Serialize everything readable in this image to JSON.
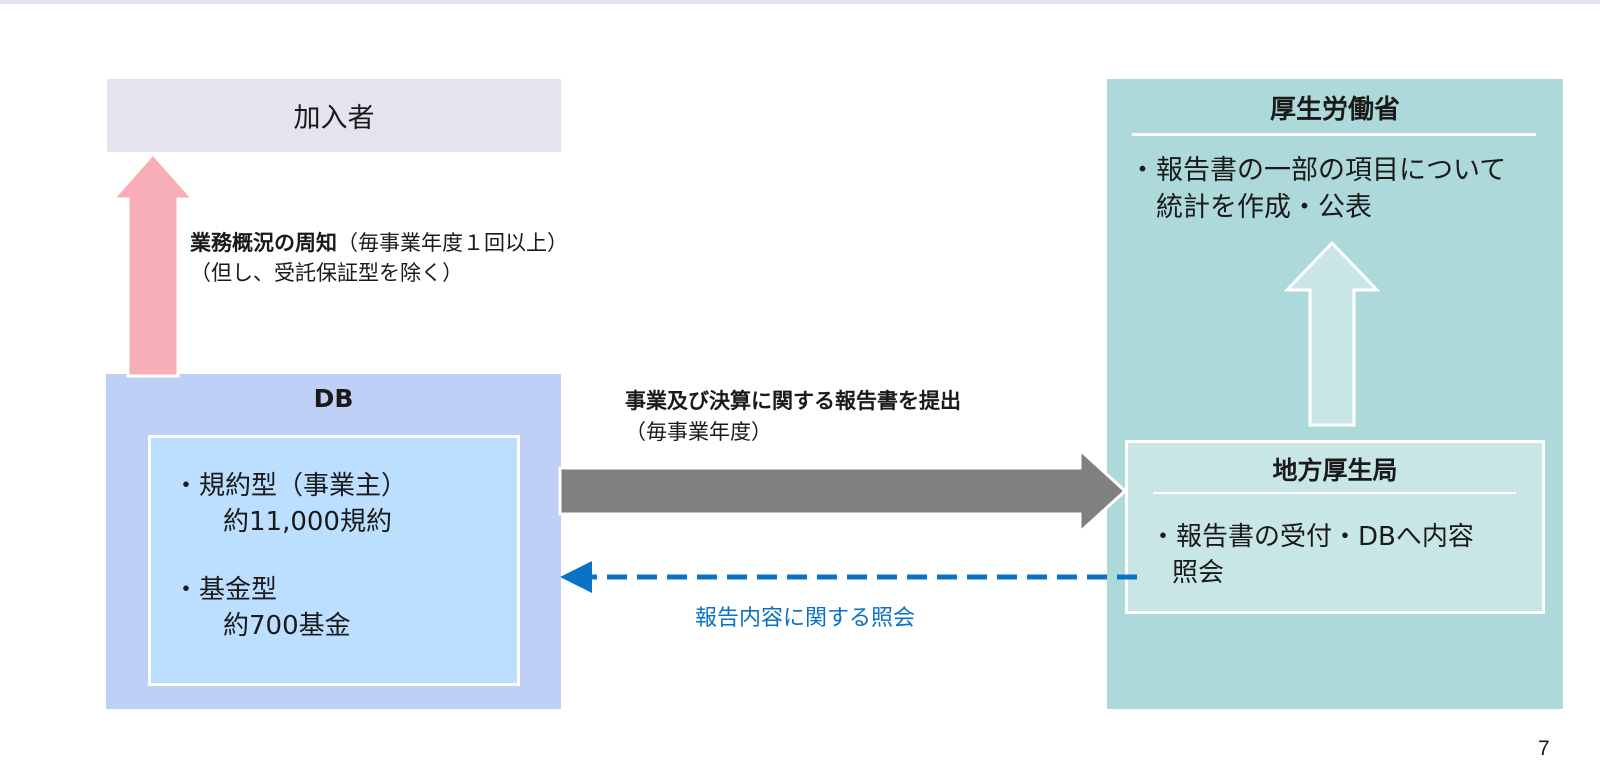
{
  "member": {
    "label": "加入者"
  },
  "notice": {
    "bold": "業務概況の周知",
    "rest": "（毎事業年度１回以上）",
    "line2": "（但し、受託保証型を除く）"
  },
  "db": {
    "title": "DB",
    "item1": "・規約型（事業主）",
    "item1_count": "約11,000規約",
    "item2": "・基金型",
    "item2_count": "約700基金"
  },
  "submit": {
    "bold": "事業及び決算に関する報告書を提出",
    "line2": "（毎事業年度）"
  },
  "inquiry": {
    "label": "報告内容に関する照会"
  },
  "mhlw": {
    "title": "厚生労働省",
    "line1": "・報告書の一部の項目について",
    "line2": "統計を作成・公表"
  },
  "regional": {
    "title": "地方厚生局",
    "line1": "・報告書の受付・DBへ内容",
    "line2": "照会"
  },
  "page": {
    "number": "7"
  },
  "colors": {
    "member_bg": "#e4e3ee",
    "db_outer": "#bfd0f6",
    "db_inner": "#bddfff",
    "mhlw_bg": "#aed9da",
    "regional_bg": "#c9e6e7",
    "notice_arrow": "#f7aeb6",
    "submit_arrow": "#808080",
    "inquiry_arrow": "#0a72c4",
    "up_arrow_fill": "#c9e6e7"
  }
}
